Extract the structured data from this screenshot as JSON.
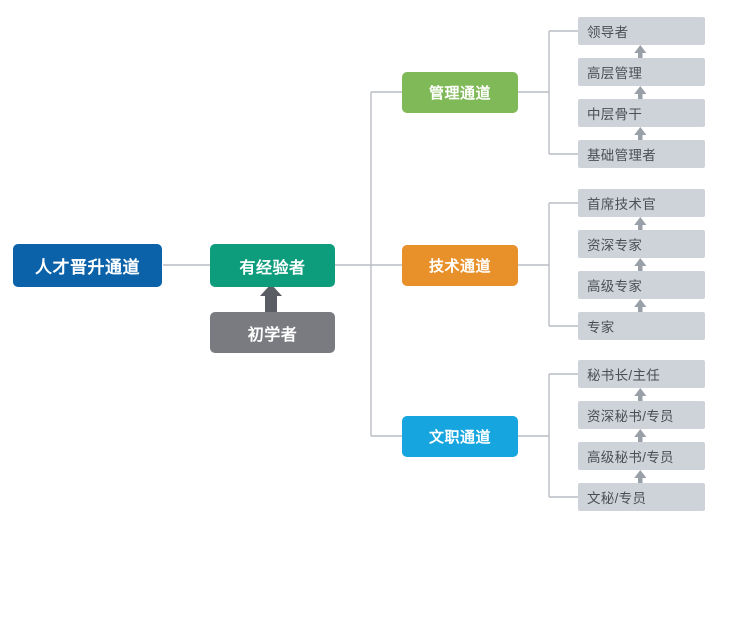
{
  "diagram": {
    "type": "org-career-path-tree",
    "title": "人才晋升通道",
    "colors": {
      "root": "#0b62a8",
      "stage_experienced": "#0e9d7c",
      "stage_beginner": "#7a7b80",
      "channel_management": "#80b957",
      "channel_technical": "#e8912a",
      "channel_clerical": "#16a5df",
      "leaf_box": "#ced3da",
      "leaf_text": "#4a4f57",
      "connector": "#b9bdc4",
      "arrow_small": "#9aa0a8",
      "arrow_large": "#5a5d63"
    },
    "root": {
      "label": "人才晋升通道"
    },
    "stages": {
      "experienced": {
        "label": "有经验者"
      },
      "beginner": {
        "label": "初学者"
      }
    },
    "channels": [
      {
        "id": "management",
        "label": "管理通道",
        "color": "#80b957",
        "levels": [
          "领导者",
          "高层管理",
          "中层骨干",
          "基础管理者"
        ]
      },
      {
        "id": "technical",
        "label": "技术通道",
        "color": "#e8912a",
        "levels": [
          "首席技术官",
          "资深专家",
          "高级专家",
          "专家"
        ]
      },
      {
        "id": "clerical",
        "label": "文职通道",
        "color": "#16a5df",
        "levels": [
          "秘书长/主任",
          "资深秘书/专员",
          "高级秘书/专员",
          "文秘/专员"
        ]
      }
    ]
  }
}
